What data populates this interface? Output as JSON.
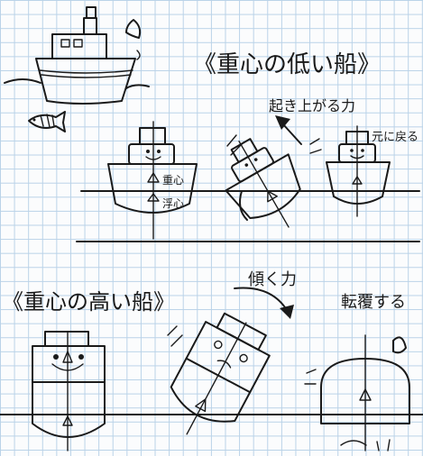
{
  "top_section": {
    "title": "《重心の低い船》",
    "uprighting_force_label": "起き上がる力",
    "return_label": "元に戻る",
    "cg_label": "重心",
    "cb_label": "浮心"
  },
  "bottom_section": {
    "title": "《重心の高い船》",
    "heeling_force_label": "傾く力",
    "capsize_label": "転覆する"
  },
  "colors": {
    "ink": "#1a1a1a",
    "grid": "#b9d2e8",
    "paper": "#fbfcfd"
  },
  "icons": [
    "steamboat-icon",
    "fish-icon",
    "water-drop-icon",
    "arrow-icon"
  ]
}
